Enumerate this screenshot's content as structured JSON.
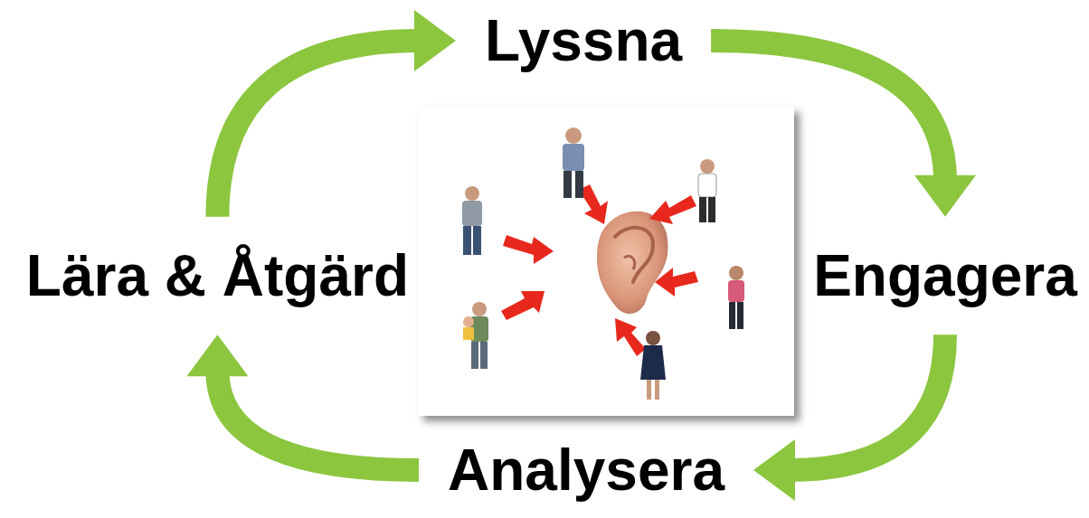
{
  "diagram": {
    "nodes": [
      {
        "text": [
          "Lyssna"
        ]
      },
      {
        "text": [
          "Engagera"
        ]
      },
      {
        "text": [
          "Analysera"
        ]
      },
      {
        "text": [
          "Lära & Åtgärd"
        ]
      }
    ],
    "edges": [
      {
        "from": 0,
        "to": 1,
        "arrow": "to"
      },
      {
        "from": 1,
        "to": 2,
        "arrow": "to"
      },
      {
        "from": 2,
        "to": 3,
        "arrow": "to"
      },
      {
        "from": 3,
        "to": 0,
        "arrow": "to"
      }
    ]
  }
}
